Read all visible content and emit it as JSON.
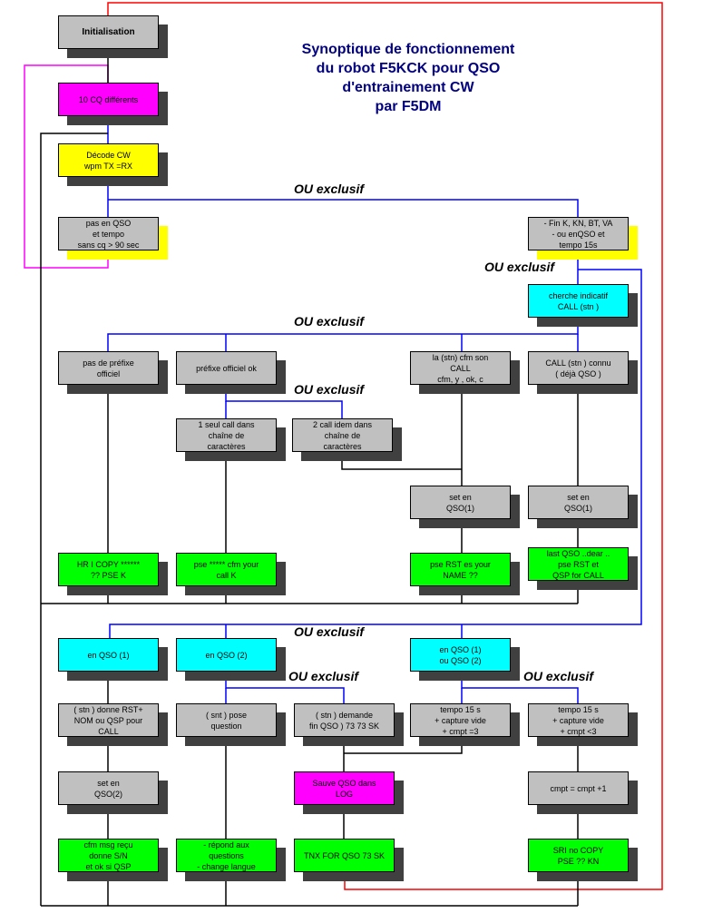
{
  "title": {
    "line1": "Synoptique de fonctionnement",
    "line2": "du robot F5KCK pour QSO",
    "line3": "d'entrainement CW",
    "line4": "par F5DM"
  },
  "labels": {
    "ou_exclusif_1": "OU exclusif",
    "ou_exclusif_2": "OU exclusif",
    "ou_exclusif_3": "OU exclusif",
    "ou_exclusif_4": "OU exclusif",
    "ou_exclusif_5": "OU exclusif",
    "ou_exclusif_6": "OU exclusif",
    "ou_exclusif_7": "OU exclusif"
  },
  "boxes": {
    "initialisation": "Initialisation",
    "cq": "10  CQ différents",
    "decode": "Décode CW\nwpm TX =RX",
    "pas_en_qso": "pas en QSO\net tempo\nsans cq > 90 sec",
    "fin": "- Fin  K, KN, BT, VA\n- ou enQSO et\ntempo 15s",
    "cherche": "cherche indicatif\nCALL (stn )",
    "pas_prefixe": "pas de préfixe\nofficiel",
    "prefixe_ok": "préfixe officiel ok",
    "la_stn_cfm": "la (stn) cfm son\nCALL\ncfm, y , ok, c",
    "call_connu": "CALL (stn ) connu\n( déjà QSO )",
    "seul_call": "1 seul call dans\nchaîne de\ncaractères",
    "deux_call": "2 call  idem dans\nchaîne de\ncaractères",
    "set_qso1_a": "set en\nQSO(1)",
    "set_qso1_b": "set en\nQSO(1)",
    "hr_copy": "HR I COPY ******\n?? PSE K",
    "pse_cfm": "pse *****  cfm your\ncall  K",
    "pse_rst": "pse RST es  your\nNAME ??",
    "last_qso": "last QSO ..dear ..\npse RST et\nQSP for CALL",
    "en_qso1": "en QSO (1)",
    "en_qso2": "en QSO (2)",
    "en_qso12": "en QSO (1)\nou QSO (2)",
    "stn_donne": "( stn ) donne RST+\nNOM ou QSP pour\nCALL",
    "snt_pose": "( snt ) pose\nquestion",
    "stn_demande": "( stn ) demande\nfin QSO ) 73 73  SK",
    "tempo_eq3": "tempo 15 s\n+ capture vide\n+ cmpt =3",
    "tempo_lt3": "tempo 15 s\n+ capture vide\n+ cmpt <3",
    "set_qso2": "set en\nQSO(2)",
    "sauve_qso": "Sauve QSO dans\nLOG",
    "cmpt": "cmpt = cmpt +1",
    "cfm_msg": "cfm msg  reçu\ndonne S/N\net ok si QSP",
    "repond": "- répond aux\nquestions\n- change  langue",
    "tnx": "TNX FOR QSO 73 SK",
    "sri": "SRI no COPY\nPSE  ?? KN"
  },
  "colors": {
    "gray": "#c0c0c0",
    "magenta": "#ff00ff",
    "yellow": "#ffff00",
    "cyan": "#00ffff",
    "green": "#00ff00",
    "blue_line": "#0000ff",
    "red_line": "#ff0000",
    "pink_line": "#ff00ff",
    "title": "#000080"
  }
}
